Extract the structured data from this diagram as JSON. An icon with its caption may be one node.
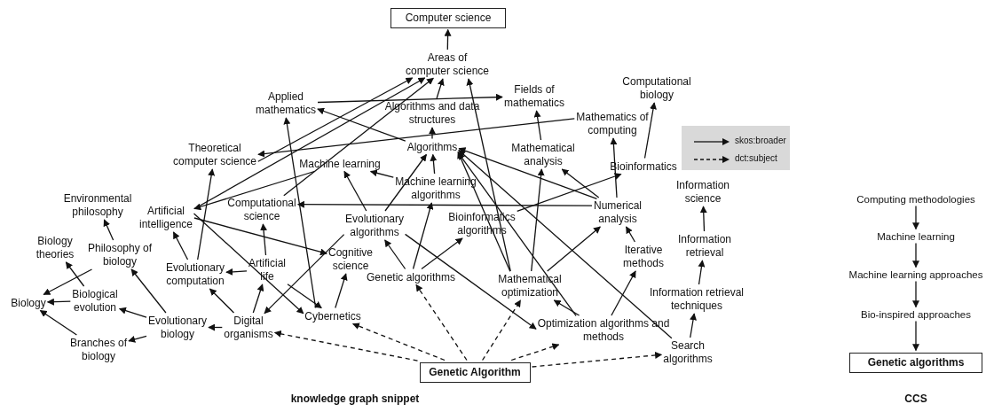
{
  "diagram": {
    "nodes": [
      {
        "text": [
          "Computer science"
        ]
      },
      {
        "text": [
          "Areas of computer science"
        ]
      },
      {
        "text": [
          "Applied mathematics"
        ]
      },
      {
        "text": [
          "Fields of mathematics"
        ]
      },
      {
        "text": [
          "Computational biology"
        ]
      },
      {
        "text": [
          "Algorithms and data structures"
        ]
      },
      {
        "text": [
          "Mathematics of computing"
        ]
      },
      {
        "text": [
          "Theoretical computer science"
        ]
      },
      {
        "text": [
          "Algorithms"
        ]
      },
      {
        "text": [
          "Mathematical analysis"
        ]
      },
      {
        "text": [
          "Machine learning"
        ]
      },
      {
        "text": [
          "Bioinformatics"
        ]
      },
      {
        "text": [
          "Machine learning algorithms"
        ]
      },
      {
        "text": [
          "Computational science"
        ]
      },
      {
        "text": [
          "Evolutionary algorithms"
        ]
      },
      {
        "text": [
          "Bioinformatics algorithms"
        ]
      },
      {
        "text": [
          "Numerical analysis"
        ]
      },
      {
        "text": [
          "Information science"
        ]
      },
      {
        "text": [
          "Artificial intelligence"
        ]
      },
      {
        "text": [
          "Environmental philosophy"
        ]
      },
      {
        "text": [
          "Iterative methods"
        ]
      },
      {
        "text": [
          "Information retrieval"
        ]
      },
      {
        "text": [
          "Artificial life"
        ]
      },
      {
        "text": [
          "Cognitive science"
        ]
      },
      {
        "text": [
          "Genetic algorithms"
        ]
      },
      {
        "text": [
          "Mathematical optimization"
        ]
      },
      {
        "text": [
          "Information retrieval techniques"
        ]
      },
      {
        "text": [
          "Biology theories"
        ]
      },
      {
        "text": [
          "Philosophy of biology"
        ]
      },
      {
        "text": [
          "Evolutionary computation"
        ]
      },
      {
        "text": [
          "Biology"
        ]
      },
      {
        "text": [
          "Biological evolution"
        ]
      },
      {
        "text": [
          "Evolutionary biology"
        ]
      },
      {
        "text": [
          "Digital organisms"
        ]
      },
      {
        "text": [
          "Cybernetics"
        ]
      },
      {
        "text": [
          "Optimization algorithms and methods"
        ]
      },
      {
        "text": [
          "Search algorithms"
        ]
      },
      {
        "text": [
          "Branches of biology"
        ]
      },
      {
        "text": [
          "Genetic Algorithm"
        ]
      },
      {
        "text": [
          "Computing methodologies"
        ]
      },
      {
        "text": [
          "Machine learning"
        ]
      },
      {
        "text": [
          "Machine learning approaches"
        ]
      },
      {
        "text": [
          "Bio-inspired approaches"
        ]
      },
      {
        "text": [
          "Genetic algorithms"
        ]
      }
    ],
    "edges": [
      {
        "from": 1,
        "to": 0,
        "arrow": "to"
      },
      {
        "from": 5,
        "to": 1,
        "arrow": "to"
      },
      {
        "from": 8,
        "to": 5,
        "arrow": "to"
      },
      {
        "from": 12,
        "to": 8,
        "arrow": "to"
      },
      {
        "from": 9,
        "to": 3,
        "arrow": "to"
      },
      {
        "from": 11,
        "to": 4,
        "arrow": "to"
      },
      {
        "from": 16,
        "to": 6,
        "arrow": "to"
      },
      {
        "from": 16,
        "to": 9,
        "arrow": "to"
      },
      {
        "from": 16,
        "to": 8,
        "arrow": "to"
      },
      {
        "from": 15,
        "to": 11,
        "arrow": "to"
      },
      {
        "from": 25,
        "to": 8,
        "arrow": "to"
      },
      {
        "from": 25,
        "to": 1,
        "arrow": "to"
      },
      {
        "from": 25,
        "to": 9,
        "arrow": "to"
      },
      {
        "from": 25,
        "to": 16,
        "arrow": "to"
      },
      {
        "from": 35,
        "to": 25,
        "arrow": "to"
      },
      {
        "from": 35,
        "to": 8,
        "arrow": "to"
      },
      {
        "from": 35,
        "to": 20,
        "arrow": "to"
      },
      {
        "from": 36,
        "to": 8,
        "arrow": "to"
      },
      {
        "from": 36,
        "to": 26,
        "arrow": "to"
      },
      {
        "from": 26,
        "to": 21,
        "arrow": "to"
      },
      {
        "from": 21,
        "to": 17,
        "arrow": "to"
      },
      {
        "from": 20,
        "to": 16,
        "arrow": "to"
      },
      {
        "from": 16,
        "to": 13,
        "arrow": "to"
      },
      {
        "from": 6,
        "to": 7,
        "arrow": "to"
      },
      {
        "from": 2,
        "to": 3,
        "arrow": "to"
      },
      {
        "from": 8,
        "to": 2,
        "arrow": "to"
      },
      {
        "from": 7,
        "to": 1,
        "arrow": "to"
      },
      {
        "from": 18,
        "to": 1,
        "arrow": "to"
      },
      {
        "from": 13,
        "to": 1,
        "arrow": "to"
      },
      {
        "from": 10,
        "to": 18,
        "arrow": "to"
      },
      {
        "from": 29,
        "to": 7,
        "arrow": "to"
      },
      {
        "from": 29,
        "to": 18,
        "arrow": "to"
      },
      {
        "from": 22,
        "to": 13,
        "arrow": "to"
      },
      {
        "from": 22,
        "to": 29,
        "arrow": "to"
      },
      {
        "from": 22,
        "to": 34,
        "arrow": "to"
      },
      {
        "from": 18,
        "to": 23,
        "arrow": "to"
      },
      {
        "from": 18,
        "to": 34,
        "arrow": "to"
      },
      {
        "from": 33,
        "to": 22,
        "arrow": "to"
      },
      {
        "from": 33,
        "to": 29,
        "arrow": "to"
      },
      {
        "from": 33,
        "to": 32,
        "arrow": "to"
      },
      {
        "from": 34,
        "to": 23,
        "arrow": "to"
      },
      {
        "from": 34,
        "to": 2,
        "arrow": "to"
      },
      {
        "from": 14,
        "to": 33,
        "arrow": "to"
      },
      {
        "from": 14,
        "to": 10,
        "arrow": "to"
      },
      {
        "from": 14,
        "to": 8,
        "arrow": "to"
      },
      {
        "from": 12,
        "to": 10,
        "arrow": "to"
      },
      {
        "from": 14,
        "to": 35,
        "arrow": "to"
      },
      {
        "from": 24,
        "to": 14,
        "arrow": "to"
      },
      {
        "from": 24,
        "to": 12,
        "arrow": "to"
      },
      {
        "from": 24,
        "to": 15,
        "arrow": "to"
      },
      {
        "from": 28,
        "to": 19,
        "arrow": "to"
      },
      {
        "from": 28,
        "to": 30,
        "arrow": "to"
      },
      {
        "from": 31,
        "to": 27,
        "arrow": "to"
      },
      {
        "from": 31,
        "to": 30,
        "arrow": "to"
      },
      {
        "from": 32,
        "to": 31,
        "arrow": "to"
      },
      {
        "from": 32,
        "to": 28,
        "arrow": "to"
      },
      {
        "from": 32,
        "to": 37,
        "arrow": "to"
      },
      {
        "from": 37,
        "to": 30,
        "arrow": "to"
      },
      {
        "from": 38,
        "to": 33,
        "arrow": "to",
        "style": "dashed"
      },
      {
        "from": 38,
        "to": 34,
        "arrow": "to",
        "style": "dashed"
      },
      {
        "from": 38,
        "to": 24,
        "arrow": "to",
        "style": "dashed"
      },
      {
        "from": 38,
        "to": 25,
        "arrow": "to",
        "style": "dashed"
      },
      {
        "from": 38,
        "to": 35,
        "arrow": "to",
        "style": "dashed"
      },
      {
        "from": 38,
        "to": 36,
        "arrow": "to",
        "style": "dashed"
      },
      {
        "from": 39,
        "to": 40,
        "arrow": "to"
      },
      {
        "from": 40,
        "to": 41,
        "arrow": "to"
      },
      {
        "from": 41,
        "to": 42,
        "arrow": "to"
      },
      {
        "from": 42,
        "to": 43,
        "arrow": "to"
      }
    ],
    "labels": [
      "knowledge graph snippet",
      "CCS"
    ],
    "legend": [
      {
        "text": "skos:broader"
      },
      {
        "text": "dct:subject"
      }
    ]
  }
}
